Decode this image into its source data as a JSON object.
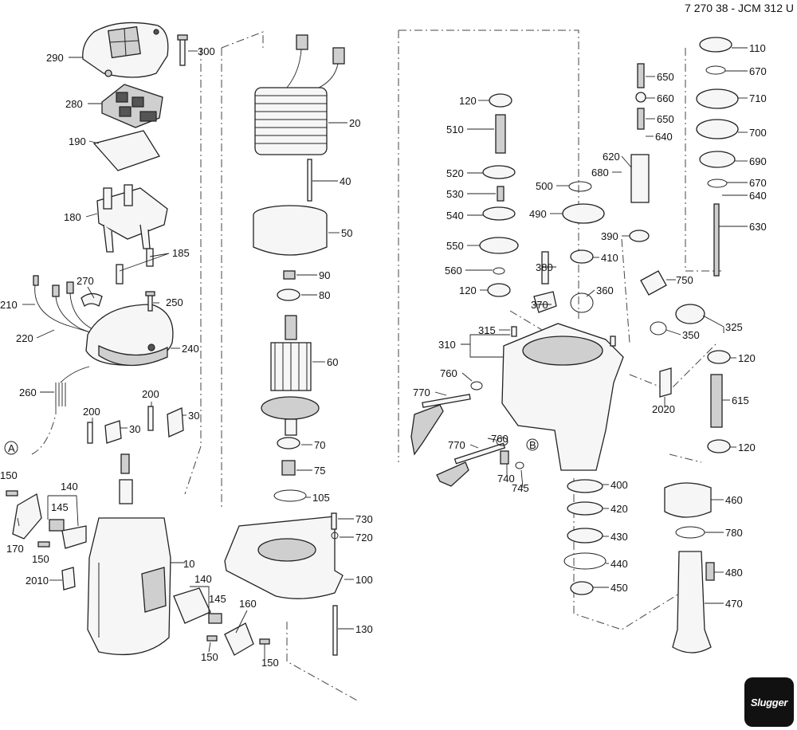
{
  "header": {
    "doc_code": "7 270 38 - JCM 312 U"
  },
  "brand": {
    "name": "Slugger"
  },
  "callouts": {
    "p290": "290",
    "p300": "300",
    "p280": "280",
    "p190": "190",
    "p180": "180",
    "p185": "185",
    "p270": "270",
    "p250": "250",
    "p210": "210",
    "p220": "220",
    "p240": "240",
    "p260": "260",
    "p200a": "200",
    "p30a": "30",
    "p200b": "200",
    "p30b": "30",
    "pA": "A",
    "p150a": "150",
    "p140a": "140",
    "p145a": "145",
    "p170": "170",
    "p150b": "150",
    "p10": "10",
    "p2010": "2010",
    "p140b": "140",
    "p145b": "145",
    "p160": "160",
    "p150c": "150",
    "p150d": "150",
    "p20": "20",
    "p40": "40",
    "p50": "50",
    "p90": "90",
    "p80": "80",
    "p60": "60",
    "p70": "70",
    "p75": "75",
    "p105": "105",
    "p730": "730",
    "p720": "720",
    "p100": "100",
    "p130": "130",
    "p120a": "120",
    "p510": "510",
    "p520": "520",
    "p530": "530",
    "p540": "540",
    "p550": "550",
    "p560": "560",
    "p120b": "120",
    "p500": "500",
    "p490": "490",
    "p380": "380",
    "p410": "410",
    "p360": "360",
    "p370": "370",
    "p650a": "650",
    "p660": "660",
    "p650b": "650",
    "p640a": "640",
    "p620": "620",
    "p680": "680",
    "p390": "390",
    "p110": "110",
    "p670a": "670",
    "p710": "710",
    "p700": "700",
    "p690": "690",
    "p670b": "670",
    "p640b": "640",
    "p630": "630",
    "p750": "750",
    "p315": "315",
    "p310": "310",
    "p760a": "760",
    "p770a": "770",
    "p760b": "760",
    "pB": "B",
    "p770b": "770",
    "p740": "740",
    "p745": "745",
    "p325": "325",
    "p350": "350",
    "p120c": "120",
    "p615": "615",
    "p120d": "120",
    "p2020": "2020",
    "p400": "400",
    "p420": "420",
    "p430": "430",
    "p440": "440",
    "p450": "450",
    "p460": "460",
    "p780": "780",
    "p480": "480",
    "p470": "470"
  },
  "icons": [
    "motor-icon",
    "gear-icon",
    "bearing-icon",
    "handle-icon",
    "screw-icon"
  ]
}
